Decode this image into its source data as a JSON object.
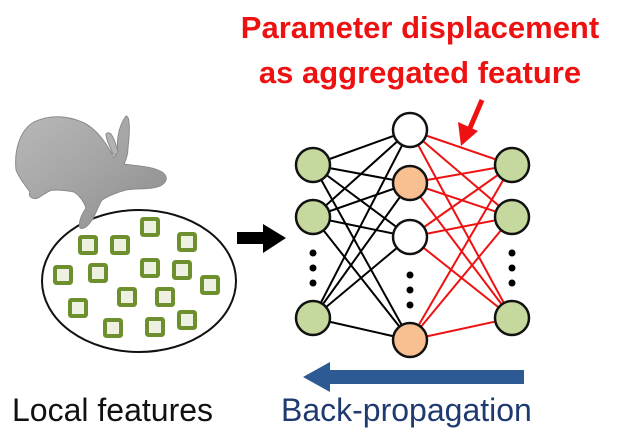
{
  "title": {
    "line1": "Parameter displacement",
    "line2": "as aggregated feature"
  },
  "labels": {
    "local_features": "Local features",
    "back_propagation": "Back-propagation"
  },
  "network": {
    "input_layer": {
      "nodes": [
        "green",
        "green",
        "ellipsis",
        "green"
      ]
    },
    "hidden_layer": {
      "nodes": [
        "white",
        "orange",
        "white",
        "ellipsis",
        "orange"
      ]
    },
    "output_layer": {
      "nodes": [
        "green",
        "green",
        "ellipsis",
        "green"
      ]
    },
    "input_to_hidden_edges": "black",
    "hidden_to_output_edges": "red"
  },
  "local_features": {
    "count": 15,
    "shape": "square"
  },
  "icons": {
    "bunny": "3d-bunny-mesh-icon",
    "forward_arrow": "arrow-right-icon",
    "backprop_arrow": "arrow-left-icon",
    "pointer_arrow": "arrow-down-left-icon"
  },
  "colors": {
    "title": "#ee1111",
    "input_node": "#c5d89e",
    "hidden_orange": "#f8bf90",
    "hidden_white": "#ffffff",
    "feature_square_border": "#6e8f2e",
    "feature_square_fill": "#eef0e2",
    "red_edges": "#ee1111",
    "black_edges": "#000000",
    "backprop_arrow": "#2d5a92",
    "backprop_text": "#1f3a70"
  }
}
